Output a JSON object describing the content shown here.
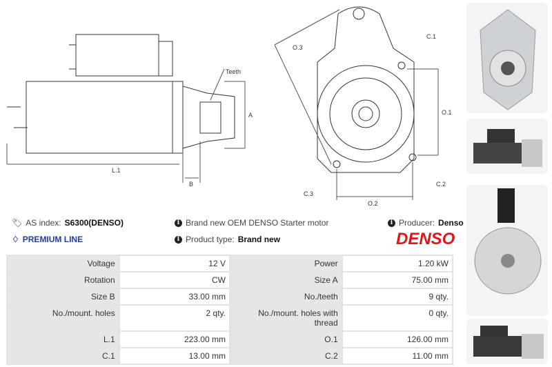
{
  "diagram": {
    "side_labels": {
      "teeth": "Teeth",
      "a": "A",
      "b": "B",
      "l1": "L.1"
    },
    "front_labels": {
      "o3": "O.3",
      "c1": "C.1",
      "o1": "O.1",
      "c3": "C.3",
      "c2": "C.2",
      "o2": "O.2"
    }
  },
  "info": {
    "as_index_label": "AS index:",
    "as_index_value": "S6300(DENSO)",
    "premium": "PREMIUM LINE",
    "description": "Brand new OEM DENSO Starter motor",
    "product_type_label": "Product type:",
    "product_type_value": "Brand new",
    "producer_label": "Producer:",
    "producer_value": "Denso",
    "brand_logo": "DENSO"
  },
  "colors": {
    "brand": "#e0141b",
    "premium": "#1f3d9e"
  },
  "specs": [
    {
      "k1": "Voltage",
      "v1": "12 V",
      "k2": "Power",
      "v2": "1.20 kW"
    },
    {
      "k1": "Rotation",
      "v1": "CW",
      "k2": "Size A",
      "v2": "75.00 mm"
    },
    {
      "k1": "Size B",
      "v1": "33.00 mm",
      "k2": "No./teeth",
      "v2": "9 qty."
    },
    {
      "k1": "No./mount. holes",
      "v1": "2 qty.",
      "k2": "No./mount. holes with thread",
      "v2": "0 qty."
    },
    {
      "k1": "L.1",
      "v1": "223.00 mm",
      "k2": "O.1",
      "v2": "126.00 mm"
    },
    {
      "k1": "C.1",
      "v1": "13.00 mm",
      "k2": "C.2",
      "v2": "11.00 mm"
    }
  ]
}
